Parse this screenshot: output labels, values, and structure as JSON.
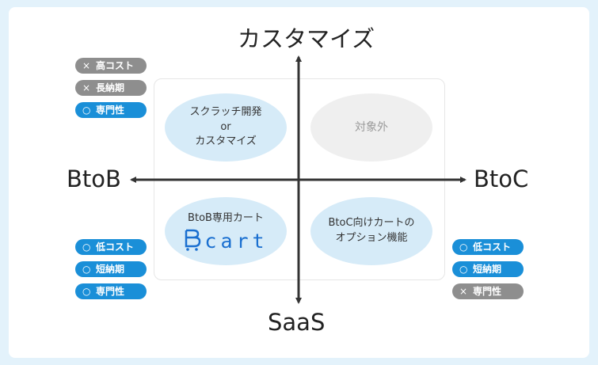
{
  "axes": {
    "top": "カスタマイズ",
    "bottom": "SaaS",
    "left": "BtoB",
    "right": "BtoC"
  },
  "quadrants": {
    "top_left": {
      "line1": "スクラッチ開発",
      "line2": "or",
      "line3": "カスタマイズ"
    },
    "top_right": {
      "label": "対象外"
    },
    "bottom_left": {
      "label": "BtoB専用カート",
      "logo_text": "cart"
    },
    "bottom_right": {
      "line1": "BtoC向けカートの",
      "line2": "オプション機能"
    }
  },
  "tags": {
    "top_left": [
      {
        "mark": "×",
        "label": "高コスト",
        "type": "negative"
      },
      {
        "mark": "×",
        "label": "長納期",
        "type": "negative"
      },
      {
        "mark": "○",
        "label": "専門性",
        "type": "positive"
      }
    ],
    "bottom_left": [
      {
        "mark": "○",
        "label": "低コスト",
        "type": "positive"
      },
      {
        "mark": "○",
        "label": "短納期",
        "type": "positive"
      },
      {
        "mark": "○",
        "label": "専門性",
        "type": "positive"
      }
    ],
    "bottom_right": [
      {
        "mark": "○",
        "label": "低コスト",
        "type": "positive"
      },
      {
        "mark": "○",
        "label": "短納期",
        "type": "positive"
      },
      {
        "mark": "×",
        "label": "専門性",
        "type": "negative"
      }
    ]
  },
  "colors": {
    "positive": "#1a8fd8",
    "negative": "#8e8e8e",
    "ellipse_blue": "#d6ebf8",
    "ellipse_grey": "#efefef",
    "logo": "#1a6fd0"
  }
}
